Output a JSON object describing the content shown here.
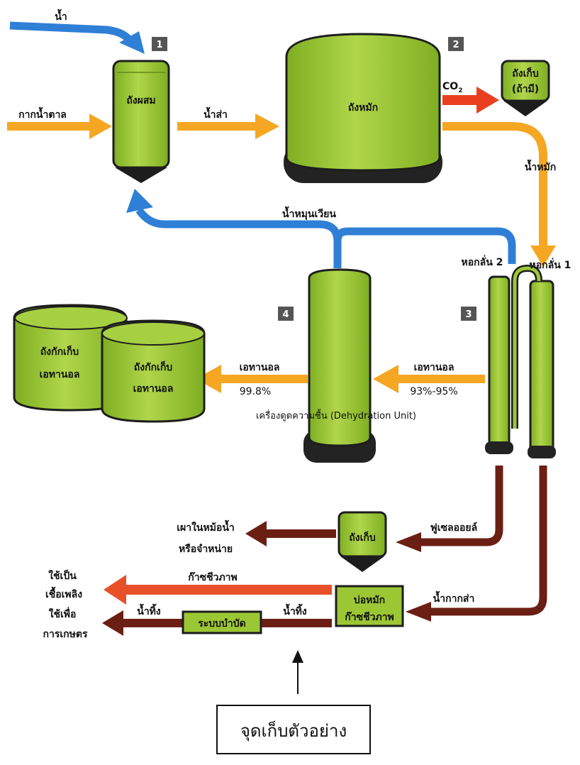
{
  "colors": {
    "tank": "#9cc734",
    "tank_dark": "#232323",
    "water_arrow": "#2f7fd6",
    "feed_arrow": "#f5a623",
    "co2_arrow": "#e8401f",
    "waste_arrow": "#6b1f14",
    "biogas_arrow": "#e8502a",
    "badge": "#555555"
  },
  "badges": [
    "1",
    "2",
    "3",
    "4"
  ],
  "tanks": {
    "mixer": "ถังผสม",
    "fermenter": "ถังหมัก",
    "storage_top": {
      "line1": "ถังเก็บ",
      "line2": "(ถ้ามี)"
    },
    "ethanol_storage_back": {
      "line1": "ถังกักเก็บ",
      "line2": "เอทานอล"
    },
    "ethanol_storage_front": {
      "line1": "ถังกักเก็บ",
      "line2": "เอทานอล"
    },
    "storage_bottom": "ถังเก็บ"
  },
  "columns": {
    "column1": "หอกลั่น 1",
    "column2": "หอกลั่น 2",
    "dehydration": "เครื่องดูดความชื้น (Dehydration Unit)"
  },
  "flows": {
    "water_in": "น้ำ",
    "molasses": "กากน้ำตาล",
    "mash": "น้ำส่า",
    "co2": {
      "base": "CO",
      "sub": "2"
    },
    "fermented": "น้ำหมัก",
    "recycle": "น้ำหมุนเวียน",
    "ethanol_in": {
      "line1": "เอทานอล",
      "line2": "93%-95%"
    },
    "ethanol_out": {
      "line1": "เอทานอล",
      "line2": "99.8%"
    },
    "fusel_oil": "ฟูเซลออยล์",
    "burn_sell": {
      "line1": "เผาในหม้อน้ำ",
      "line2": "หรือจำหน่าย"
    },
    "stillage": "น้ำกากส่า",
    "biogas": "ก๊าซชีวภาพ",
    "fuel_use": {
      "line1": "ใช้เป็น",
      "line2": "เชื้อเพลิง"
    },
    "wastewater_1": "น้ำทิ้ง",
    "wastewater_2": "น้ำทิ้ง",
    "agri_use": {
      "line1": "ใช้เพื่อ",
      "line2": "การเกษตร"
    }
  },
  "boxes": {
    "biogas_pond": {
      "line1": "บ่อหมัก",
      "line2": "ก๊าซชีวภาพ"
    },
    "treatment": "ระบบบำบัด"
  },
  "sampling_point": "จุดเก็บตัวอย่าง"
}
